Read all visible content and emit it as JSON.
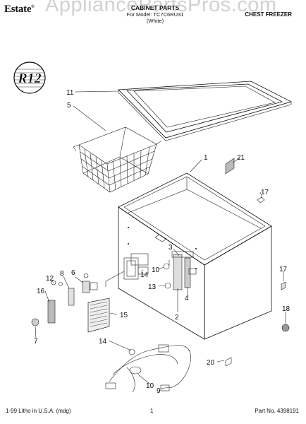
{
  "header": {
    "brand": "Estate",
    "brand_mark": "®",
    "title": "CABINET PARTS",
    "subtitle_1": "For Model: TC7C6RU31",
    "subtitle_2": "(White)",
    "product": "CHEST FREEZER",
    "watermark": "AppliancePartsPros.com"
  },
  "badge": {
    "text": "R12"
  },
  "callouts": [
    "1",
    "2",
    "3",
    "4",
    "5",
    "6",
    "7",
    "8",
    "9",
    "10",
    "10",
    "11",
    "12",
    "13",
    "14",
    "14",
    "15",
    "16",
    "17",
    "17",
    "18",
    "20",
    "21"
  ],
  "footer": {
    "left": "1-99 Litho in U.S.A. (mdg)",
    "page": "1",
    "part": "Part No. 4398191"
  }
}
